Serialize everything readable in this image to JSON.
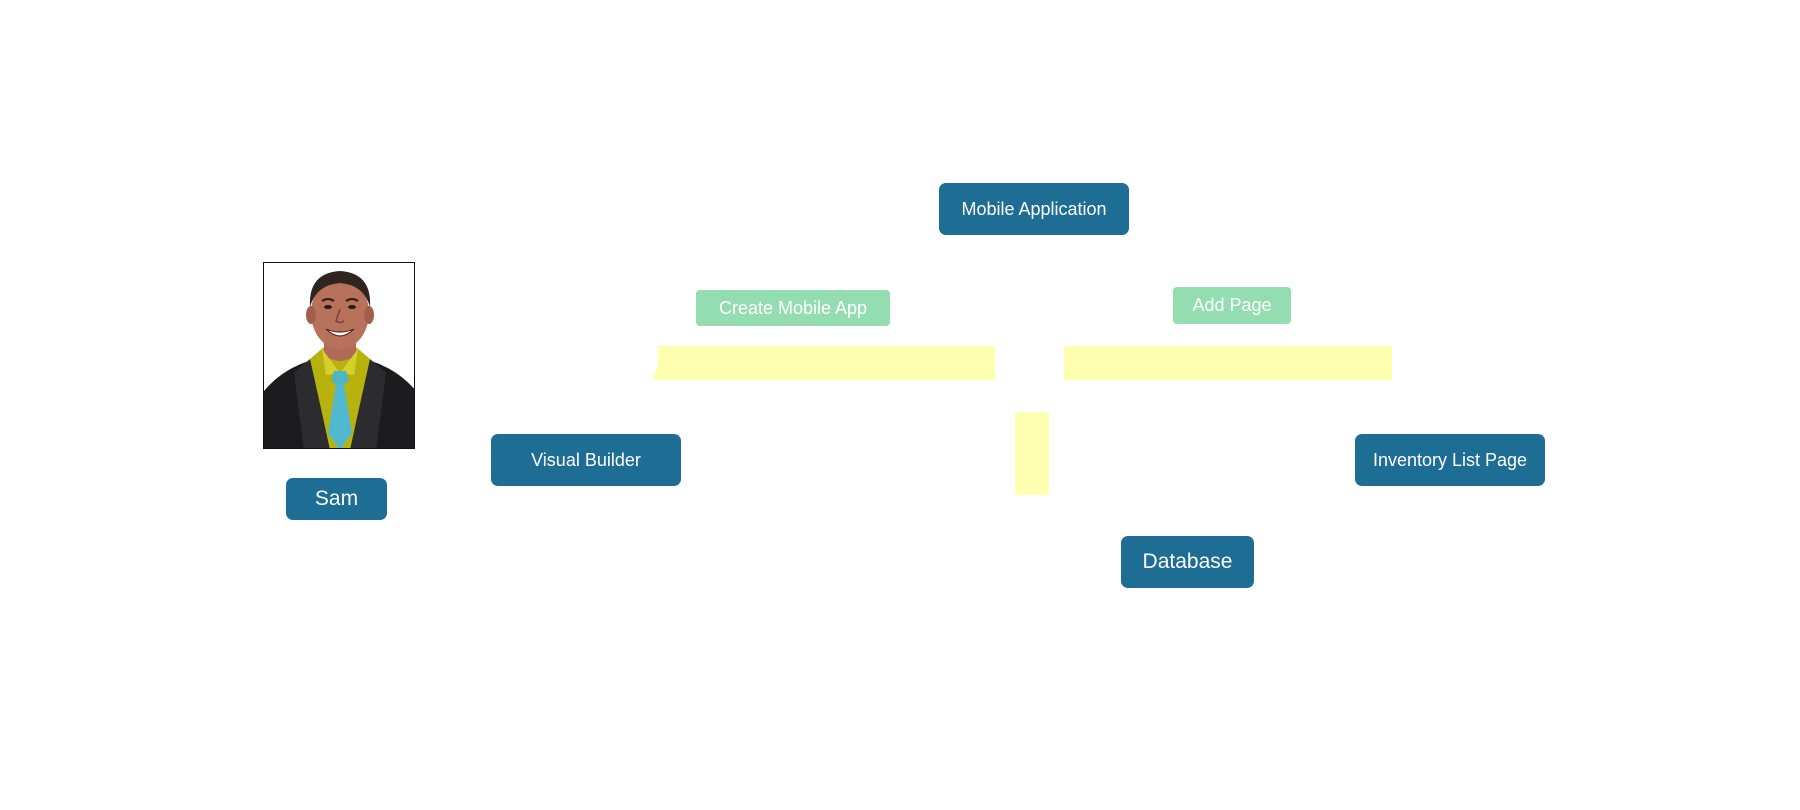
{
  "person": {
    "name": "Sam",
    "avatar_icon": "person-portrait-icon"
  },
  "nodes": {
    "mobile_application": "Mobile Application",
    "visual_builder": "Visual Builder",
    "inventory_list_page": "Inventory List Page",
    "database": "Database"
  },
  "actions": {
    "create_mobile_app": "Create Mobile App",
    "add_page": "Add Page"
  },
  "colors": {
    "node_fill": "#1d6d94",
    "action_fill": "#93ddb0",
    "highlight_band": "#ffffb0"
  }
}
